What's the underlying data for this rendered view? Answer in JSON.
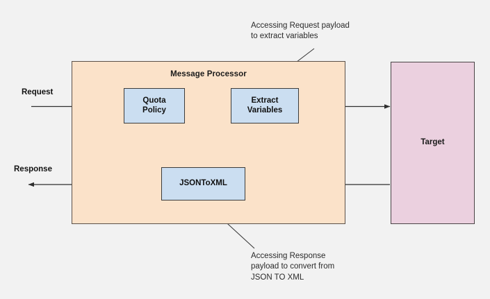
{
  "diagram": {
    "title": "Apigee Message Processor request/response flow",
    "colors": {
      "background": "#f2f2f2",
      "container_fill": "#fbe2c9",
      "policy_fill": "#cbdef1",
      "target_fill": "#ebd0df",
      "stroke": "#3b3b3b"
    }
  },
  "container": {
    "label": "Message Processor"
  },
  "target": {
    "label": "Target"
  },
  "policies": {
    "quota": "Quota\nPolicy",
    "quota_line1": "Quota",
    "quota_line2": "Policy",
    "extract": "Extract\nVariables",
    "extract_line1": "Extract",
    "extract_line2": "Variables",
    "jsontoxml": "JSONToXML"
  },
  "flows": {
    "request_label": "Request",
    "response_label": "Response"
  },
  "annotations": {
    "request_note": "Accessing Request payload\nto extract variables",
    "response_note": "Accessing Response\npayload to convert from\nJSON TO XML"
  }
}
